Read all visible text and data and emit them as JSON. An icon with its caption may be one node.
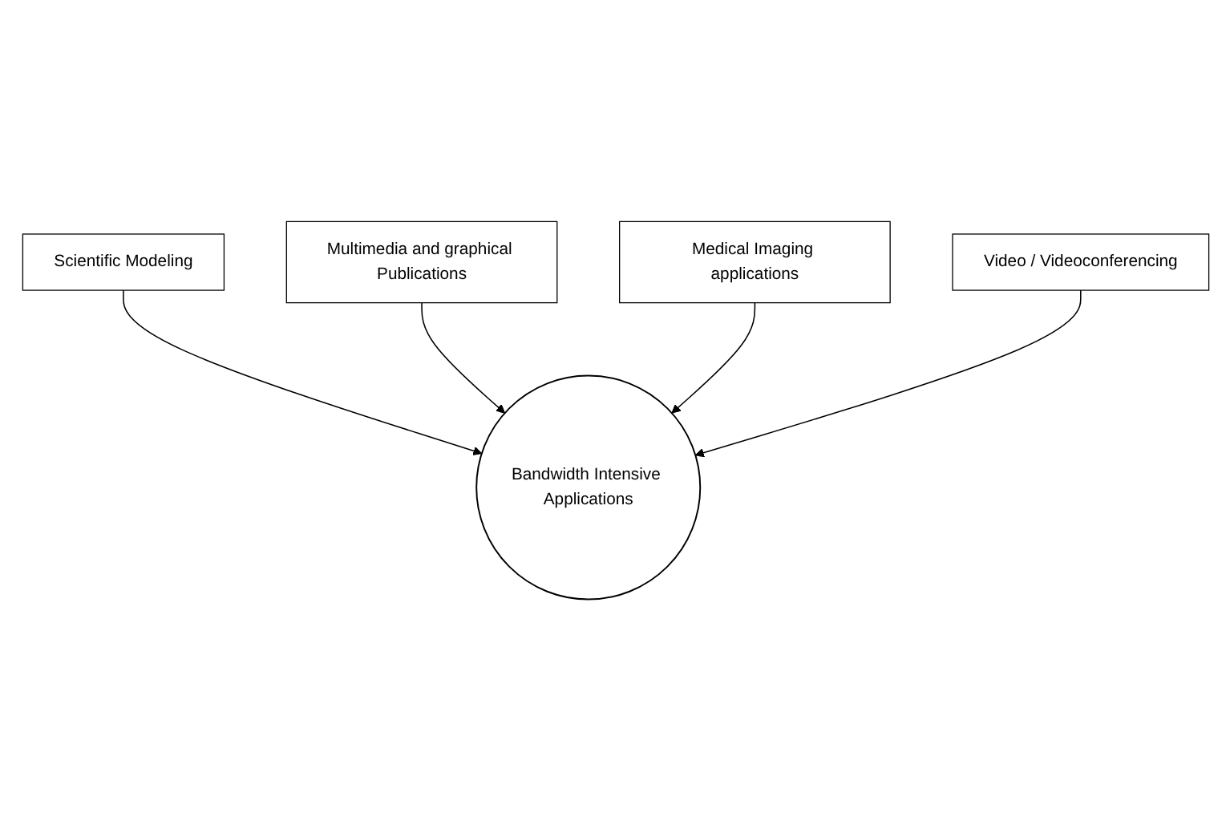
{
  "diagram": {
    "nodes": [
      {
        "text": [
          "Scientific Modeling"
        ]
      },
      {
        "text": [
          "Multimedia and graphical Publications"
        ]
      },
      {
        "text": [
          "Bandwidth Intensive Applications"
        ]
      },
      {
        "text": [
          "Medical Imaging applications"
        ]
      },
      {
        "text": [
          "Video / Videoconferencing"
        ]
      }
    ],
    "edges": [
      {
        "from": 0,
        "to": 2,
        "arrow": "to"
      },
      {
        "from": 1,
        "to": 2,
        "arrow": "to"
      },
      {
        "from": 3,
        "to": 2,
        "arrow": "to"
      },
      {
        "from": 4,
        "to": 2,
        "arrow": "to"
      }
    ]
  }
}
